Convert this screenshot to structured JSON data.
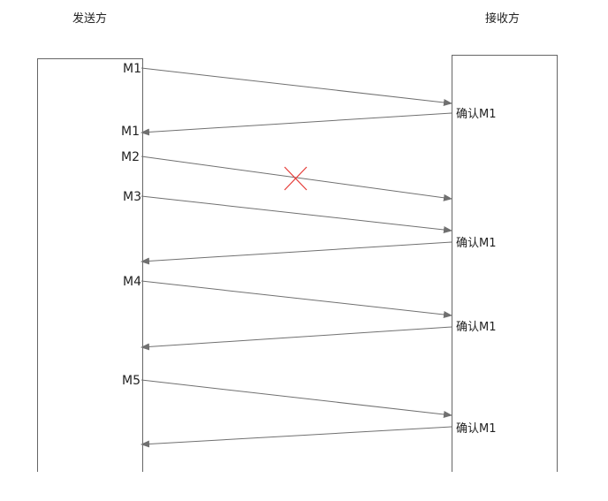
{
  "header": {
    "sender": "发送方",
    "receiver": "接收方"
  },
  "messages": [
    {
      "label": "M1",
      "ack": "确认M1",
      "lost": false
    },
    {
      "label": "M1",
      "kind": "ack-arrival"
    },
    {
      "label": "M2",
      "lost": true
    },
    {
      "label": "M3",
      "ack": "确认M1"
    },
    {
      "label": "M4",
      "ack": "确认M1"
    },
    {
      "label": "M5",
      "ack": "确认M1"
    }
  ],
  "colors": {
    "arrow": "#707070",
    "lost_marker": "#e53935",
    "lifeline": "#666666"
  },
  "icons": {
    "lost": "lost-x-icon"
  }
}
